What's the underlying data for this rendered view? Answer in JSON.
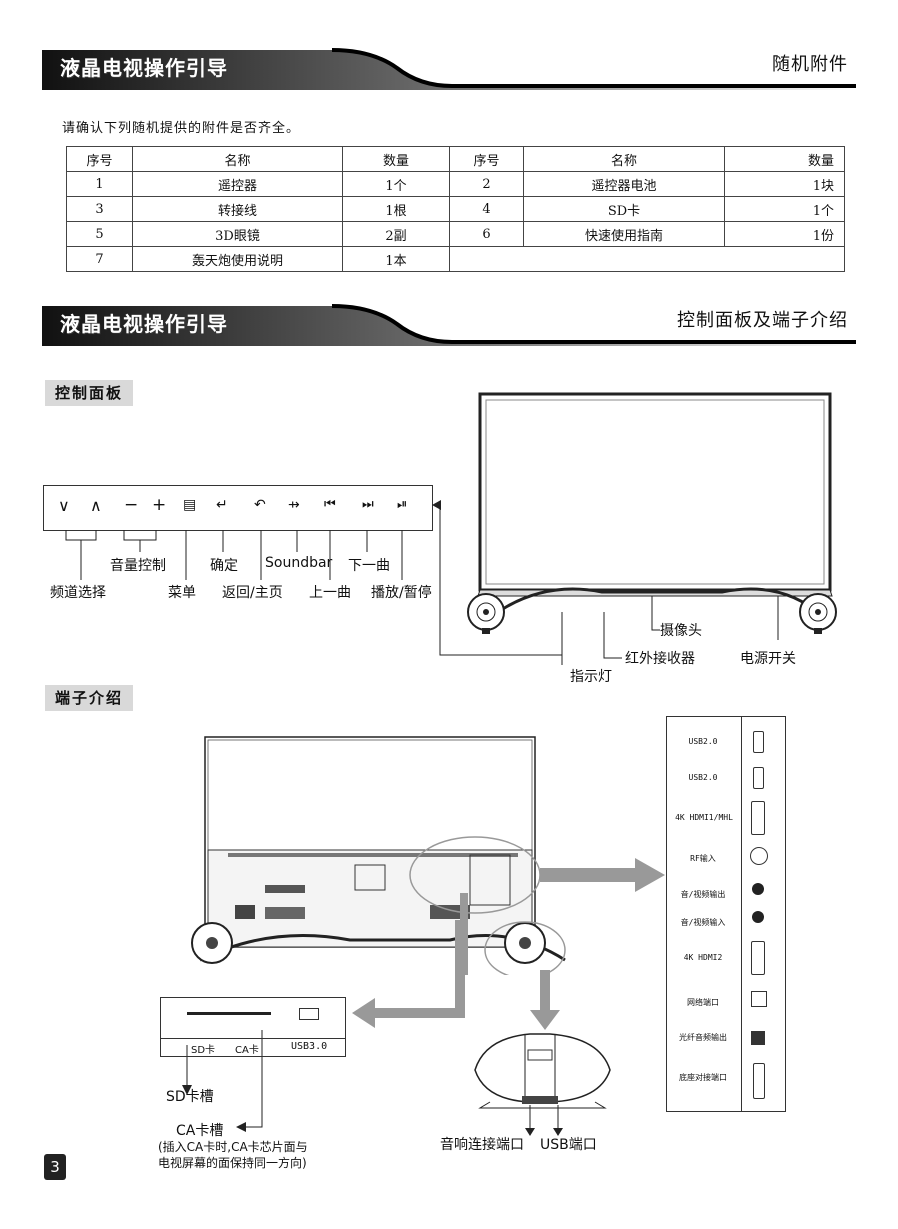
{
  "section1": {
    "title": "液晶电视操作引导",
    "right": "随机附件"
  },
  "intro": "请确认下列随机提供的附件是否齐全。",
  "table": {
    "headers": [
      "序号",
      "名称",
      "数量",
      "序号",
      "名称",
      "数量"
    ],
    "rows": [
      [
        "1",
        "遥控器",
        "1个",
        "2",
        "遥控器电池",
        "1块"
      ],
      [
        "3",
        "转接线",
        "1根",
        "4",
        "SD卡",
        "1个"
      ],
      [
        "5",
        "3D眼镜",
        "2副",
        "6",
        "快速使用指南",
        "1份"
      ],
      [
        "7",
        "轰天炮使用说明",
        "1本",
        "",
        "",
        ""
      ]
    ]
  },
  "section2": {
    "title": "液晶电视操作引导",
    "right": "控制面板及端子介绍"
  },
  "control_panel": {
    "heading": "控制面板",
    "buttons": [
      {
        "icon": "chevron-down-icon",
        "glyph": "∨"
      },
      {
        "icon": "chevron-up-icon",
        "glyph": "∧"
      },
      {
        "icon": "minus-icon",
        "glyph": "−"
      },
      {
        "icon": "plus-icon",
        "glyph": "+"
      },
      {
        "icon": "menu-icon",
        "glyph": "▤"
      },
      {
        "icon": "enter-icon",
        "glyph": "↵"
      },
      {
        "icon": "back-icon",
        "glyph": "↶"
      },
      {
        "icon": "usb-icon",
        "glyph": "⇸"
      },
      {
        "icon": "previous-track-icon",
        "glyph": "⏮"
      },
      {
        "icon": "next-track-icon",
        "glyph": "⏭"
      },
      {
        "icon": "play-pause-icon",
        "glyph": "⏯"
      }
    ],
    "labels": {
      "volume": "音量控制",
      "confirm": "确定",
      "soundbar": "Soundbar",
      "next": "下一曲",
      "channel": "频道选择",
      "menu": "菜单",
      "back_home": "返回/主页",
      "prev": "上一曲",
      "play_pause": "播放/暂停"
    },
    "tv_labels": {
      "camera": "摄像头",
      "ir": "红外接收器",
      "power": "电源开关",
      "indicator": "指示灯"
    }
  },
  "terminals": {
    "heading": "端子介绍",
    "ports": [
      {
        "label": "USB2.0",
        "icon": "usb-port-icon"
      },
      {
        "label": "USB2.0",
        "icon": "usb-port-icon"
      },
      {
        "label": "4K HDMI1/MHL",
        "icon": "hdmi-port-icon"
      },
      {
        "label": "RF输入",
        "icon": "rf-port-icon"
      },
      {
        "label": "音/视频输出",
        "icon": "av-out-port-icon"
      },
      {
        "label": "音/视频输入",
        "icon": "av-in-port-icon"
      },
      {
        "label": "4K HDMI2",
        "icon": "hdmi-port-icon"
      },
      {
        "label": "网络端口",
        "icon": "ethernet-port-icon"
      },
      {
        "label": "光纤音频输出",
        "icon": "optical-port-icon"
      },
      {
        "label": "底座对接端口",
        "icon": "dock-port-icon"
      }
    ],
    "side_slots": {
      "sd": "SD卡",
      "ca": "CA卡",
      "usb3": "USB3.0"
    },
    "sd_slot": "SD卡槽",
    "ca_slot": "CA卡槽",
    "ca_note_1": "(插入CA卡时,CA卡芯片面与",
    "ca_note_2": "电视屏幕的面保持同一方向)",
    "base_audio": "音响连接端口",
    "base_usb": "USB端口"
  },
  "page_number": "3"
}
